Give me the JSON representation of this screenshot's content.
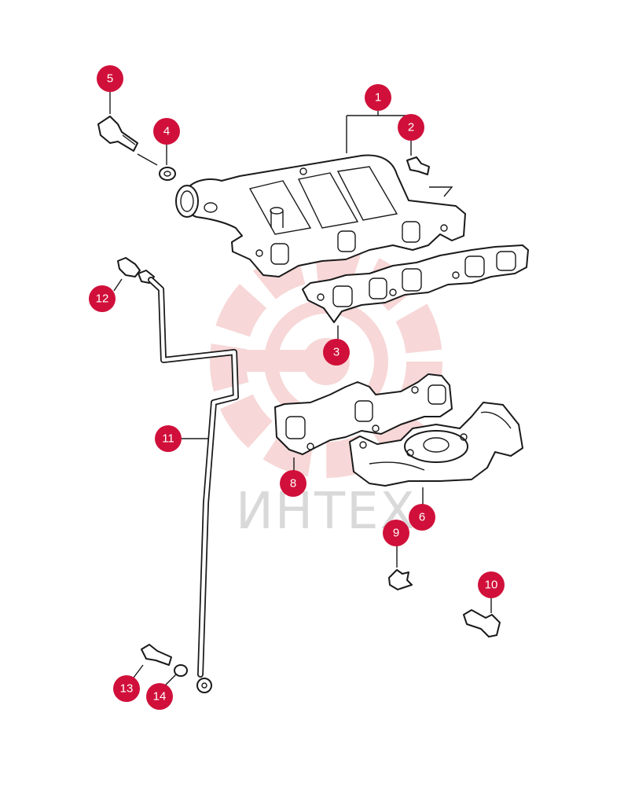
{
  "watermark": {
    "text": "ИНТЕХ",
    "logo": "gear-piston-logo",
    "color": "#f1b7b7"
  },
  "callout_color": "#d0103a",
  "callouts": [
    {
      "label": "1"
    },
    {
      "label": "2"
    },
    {
      "label": "3"
    },
    {
      "label": "4"
    },
    {
      "label": "5"
    },
    {
      "label": "6"
    },
    {
      "label": "8"
    },
    {
      "label": "9"
    },
    {
      "label": "10"
    },
    {
      "label": "11"
    },
    {
      "label": "12"
    },
    {
      "label": "13"
    },
    {
      "label": "14"
    }
  ]
}
